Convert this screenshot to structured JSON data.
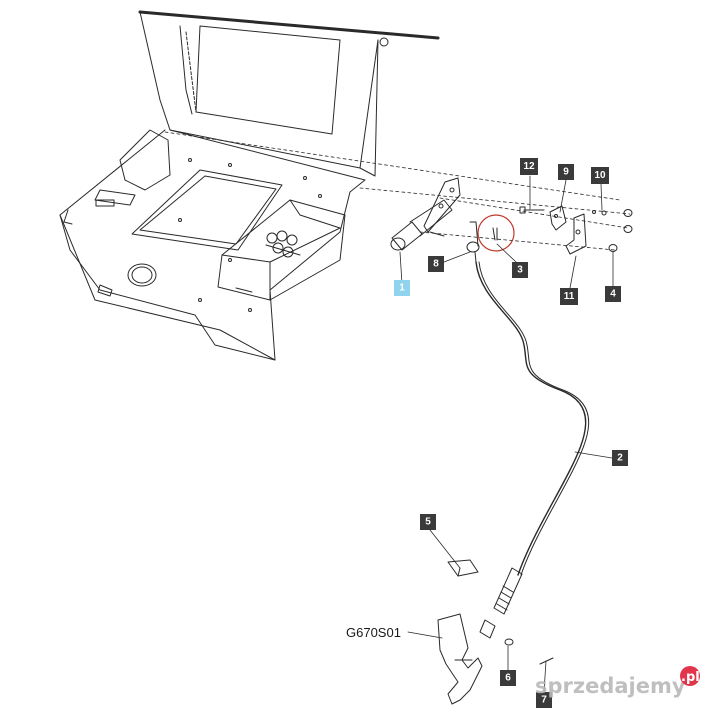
{
  "diagram": {
    "code": "G670S01",
    "callouts": [
      {
        "number": "1",
        "highlighted": true
      },
      {
        "number": "2",
        "highlighted": false
      },
      {
        "number": "3",
        "highlighted": false
      },
      {
        "number": "4",
        "highlighted": false
      },
      {
        "number": "5",
        "highlighted": false
      },
      {
        "number": "6",
        "highlighted": false
      },
      {
        "number": "7",
        "highlighted": false
      },
      {
        "number": "8",
        "highlighted": false
      },
      {
        "number": "9",
        "highlighted": false
      },
      {
        "number": "10",
        "highlighted": false
      },
      {
        "number": "11",
        "highlighted": false
      },
      {
        "number": "12",
        "highlighted": false
      }
    ]
  },
  "watermark": {
    "text": "sprzedajemy",
    "suffix": ".pl"
  },
  "colors": {
    "callout_box": "#3a3a3a",
    "callout_highlight": "#8fd3ef",
    "line": "#2a2a2a",
    "highlight_circle": "#c0392b"
  }
}
